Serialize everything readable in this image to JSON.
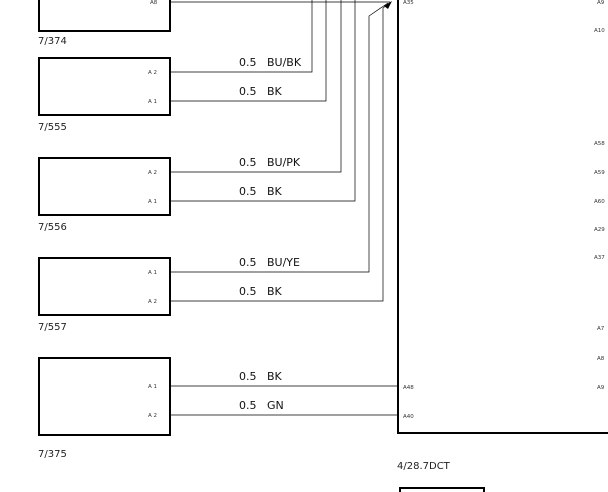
{
  "components": [
    {
      "name": "7/374",
      "pins": [
        "A8"
      ]
    },
    {
      "name": "7/555",
      "pins": [
        "A 2",
        "A 1"
      ]
    },
    {
      "name": "7/556",
      "pins": [
        "A 2",
        "A 1"
      ]
    },
    {
      "name": "7/557",
      "pins": [
        "A 1",
        "A 2"
      ]
    },
    {
      "name": "7/375",
      "pins": [
        "A 1",
        "A 2"
      ]
    }
  ],
  "wires": [
    {
      "size": "0.5",
      "color": "BU/BK"
    },
    {
      "size": "0.5",
      "color": "BK"
    },
    {
      "size": "0.5",
      "color": "BU/PK"
    },
    {
      "size": "0.5",
      "color": "BK"
    },
    {
      "size": "0.5",
      "color": "BU/YE"
    },
    {
      "size": "0.5",
      "color": "BK"
    },
    {
      "size": "0.5",
      "color": "BK"
    },
    {
      "size": "0.5",
      "color": "GN"
    }
  ],
  "controller": {
    "name": "4/28.7DCT",
    "left_pins": [
      "A35",
      "A48",
      "A40"
    ],
    "right_pins": [
      "A9",
      "A10",
      "A58",
      "A59",
      "A60",
      "A29",
      "A37",
      "A7",
      "A8",
      "A9"
    ]
  }
}
